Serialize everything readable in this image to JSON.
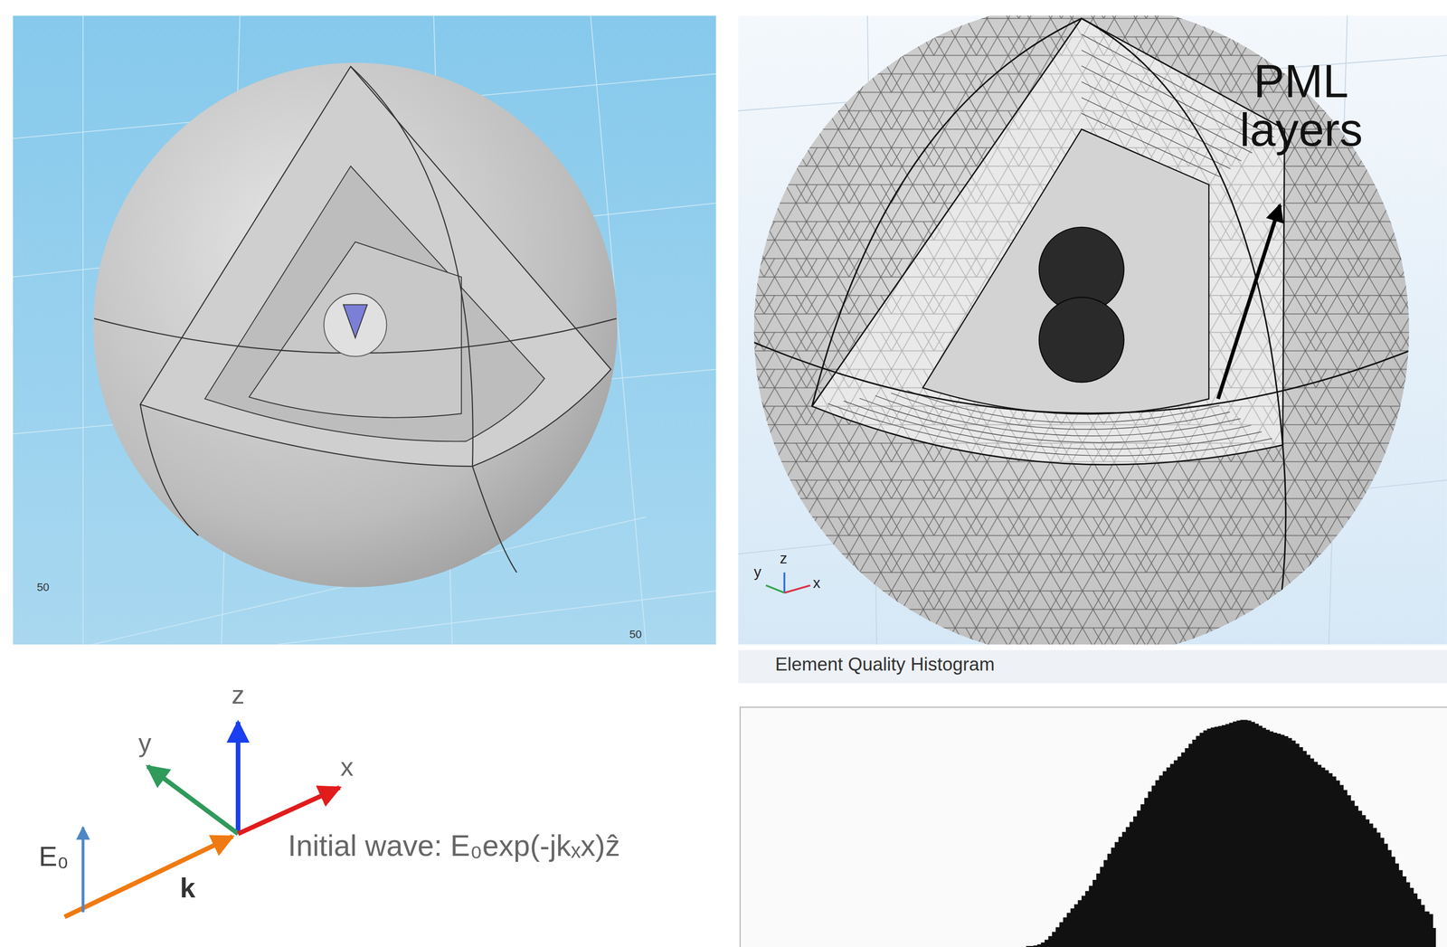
{
  "diagram": {
    "labels": [
      "50",
      "50",
      "PML layers",
      "y",
      "z",
      "x",
      "z",
      "y",
      "x",
      "E₀",
      "k",
      "Initial wave: E₀exp(-jkₓx)ẑ",
      "Element Quality Histogram"
    ]
  }
}
